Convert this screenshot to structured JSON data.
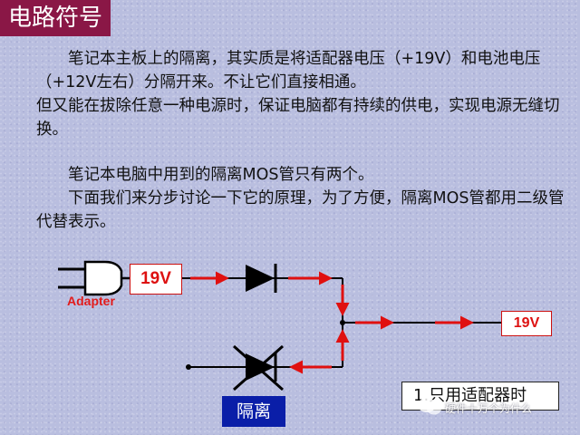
{
  "slide": {
    "title": "电路符号",
    "paragraph1": [
      "笔记本主板上的隔离，其实质是将适配器电压（+19V）和电池电压（+12V左右）分隔开来。不让它们直接相通。",
      "但又能在拔除任意一种电源时，保证电脑都有持续的供电，实现电源无缝切换。"
    ],
    "paragraph2": [
      "笔记本电脑中用到的隔离MOS管只有两个。",
      "下面我们来分步讨论一下它的原理，为了方便，隔离MOS管都用二级管代替表示。"
    ]
  },
  "diagram": {
    "adapter_label": "Adapter",
    "input_voltage": "19V",
    "output_voltage": "19V",
    "isolation_label": "隔离",
    "caption": "1.只用适配器时",
    "colors": {
      "wire": "#000000",
      "current_arrow": "#e01010",
      "blocked_mark": "#000000",
      "isolation_box": "#0a1ea8",
      "title_box": "#8a1746"
    }
  },
  "watermark": {
    "text": "硬件十万个为什么"
  }
}
